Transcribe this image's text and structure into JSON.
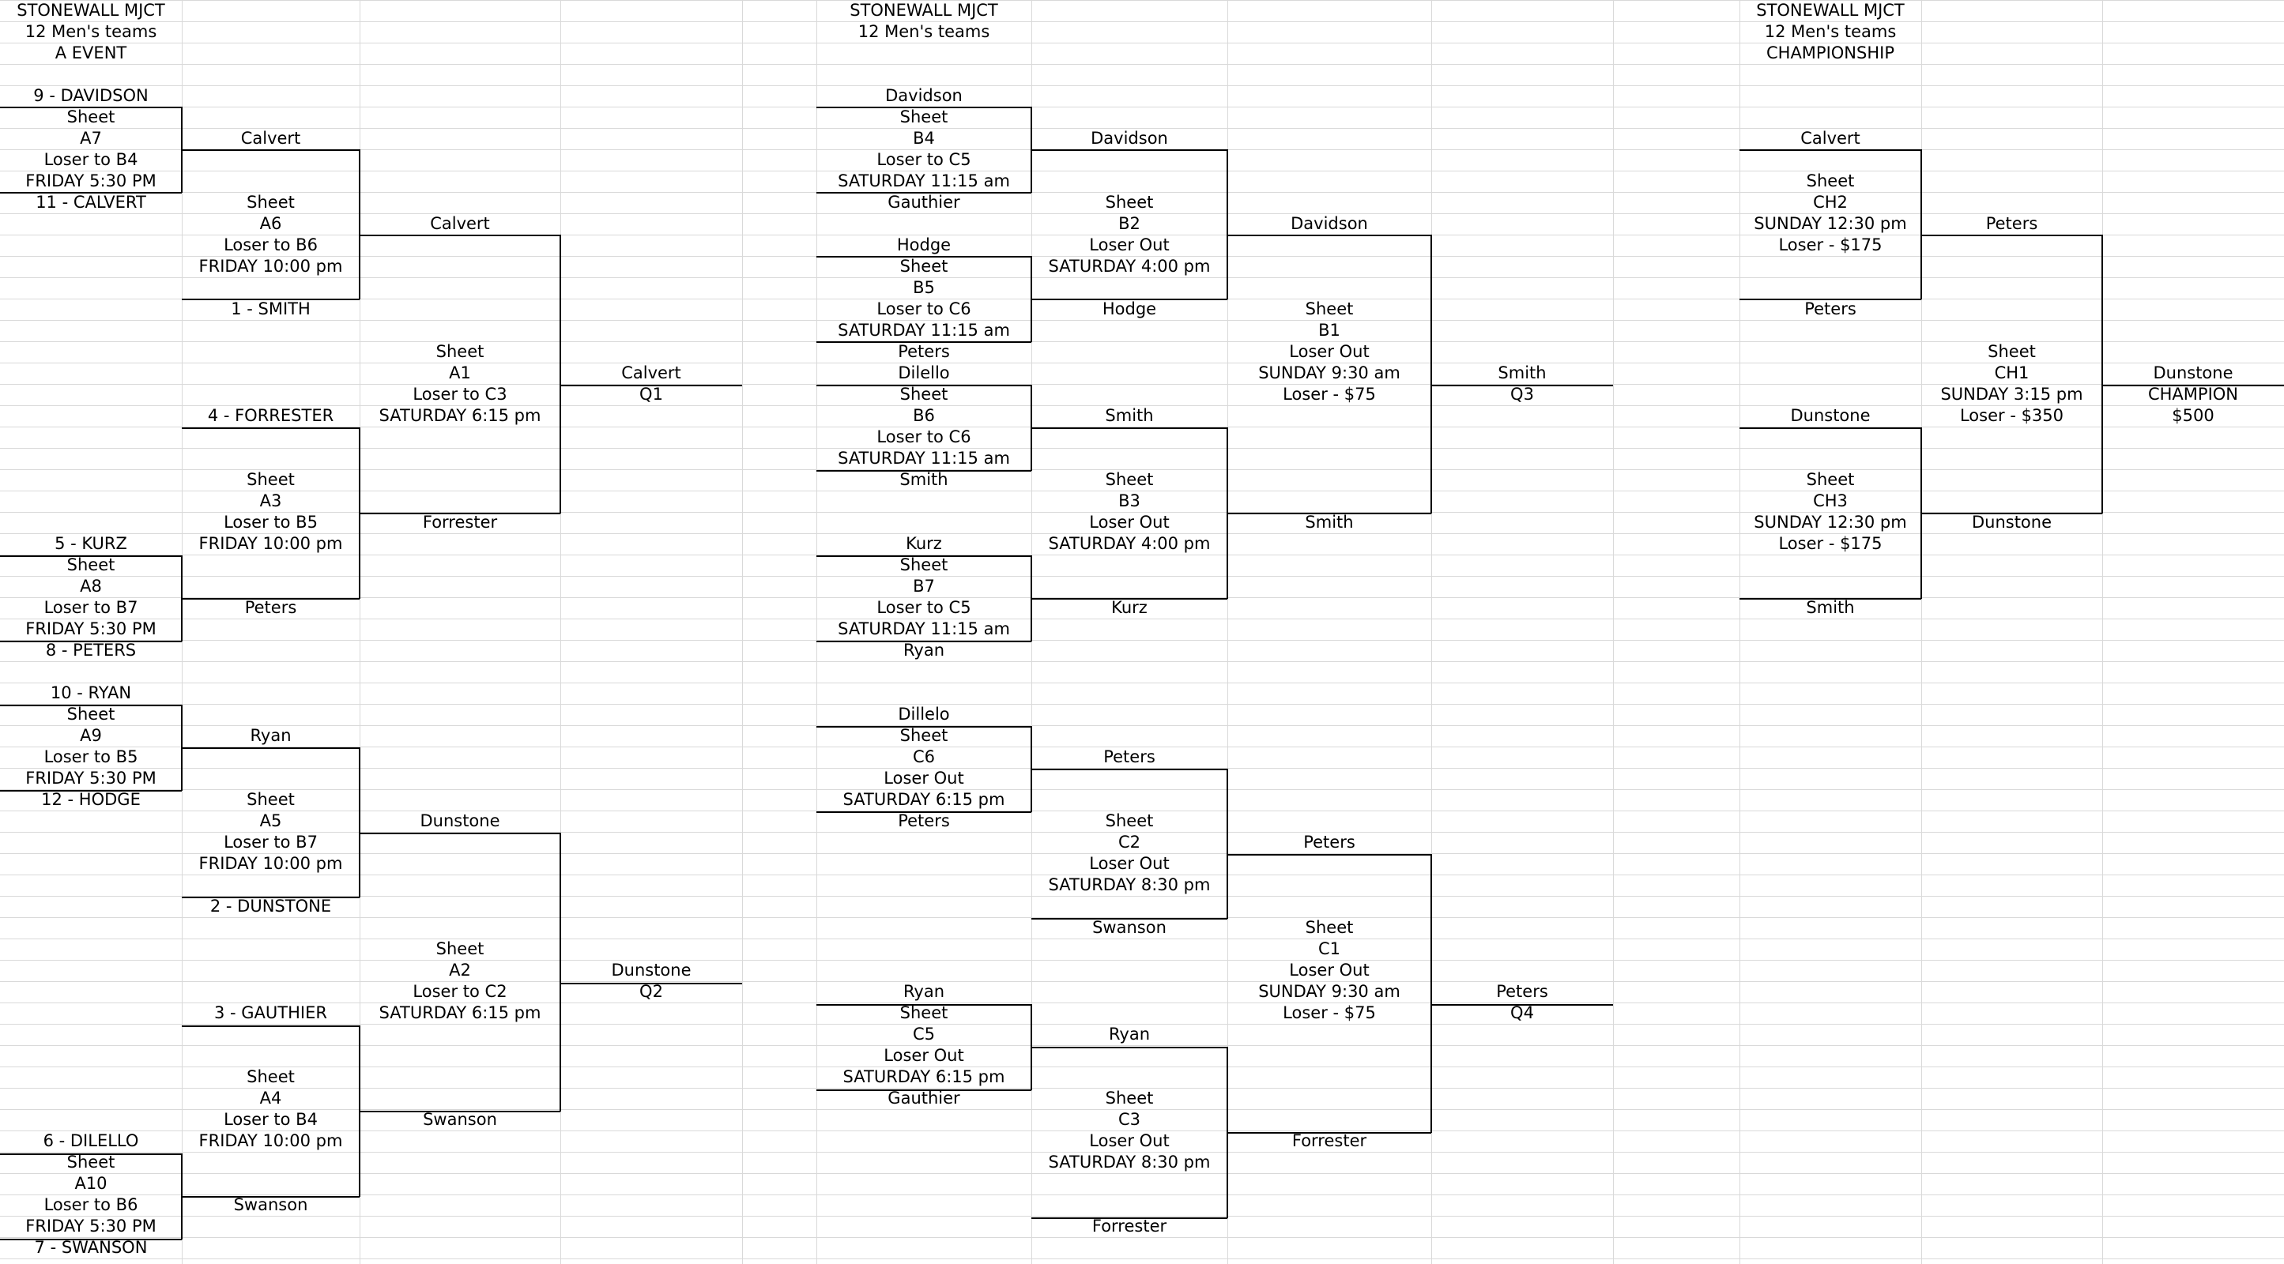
{
  "sheets": {
    "a_event": {
      "title": "STONEWALL MJCT",
      "subtitle": "12 Men's teams",
      "event": "A EVENT",
      "cells": [
        {
          "c": 0,
          "r": 4,
          "t": "9 - DAVIDSON"
        },
        {
          "c": 0,
          "r": 5,
          "t": "Sheet"
        },
        {
          "c": 0,
          "r": 6,
          "t": "A7"
        },
        {
          "c": 0,
          "r": 7,
          "t": "Loser to B4"
        },
        {
          "c": 0,
          "r": 8,
          "t": "FRIDAY 5:30 PM"
        },
        {
          "c": 0,
          "r": 9,
          "t": "11 - CALVERT"
        },
        {
          "c": 1,
          "r": 6,
          "t": "Calvert"
        },
        {
          "c": 1,
          "r": 9,
          "t": "Sheet"
        },
        {
          "c": 1,
          "r": 10,
          "t": "A6"
        },
        {
          "c": 1,
          "r": 11,
          "t": "Loser to B6"
        },
        {
          "c": 1,
          "r": 12,
          "t": "FRIDAY 10:00 pm"
        },
        {
          "c": 1,
          "r": 14,
          "t": "1 - SMITH"
        },
        {
          "c": 2,
          "r": 10,
          "t": "Calvert"
        },
        {
          "c": 2,
          "r": 16,
          "t": "Sheet"
        },
        {
          "c": 2,
          "r": 17,
          "t": "A1"
        },
        {
          "c": 2,
          "r": 18,
          "t": "Loser to C3"
        },
        {
          "c": 2,
          "r": 19,
          "t": "SATURDAY 6:15 pm"
        },
        {
          "c": 3,
          "r": 17,
          "t": "Calvert"
        },
        {
          "c": 3,
          "r": 18,
          "t": "Q1"
        },
        {
          "c": 1,
          "r": 19,
          "t": "4 - FORRESTER"
        },
        {
          "c": 1,
          "r": 22,
          "t": "Sheet"
        },
        {
          "c": 1,
          "r": 23,
          "t": "A3"
        },
        {
          "c": 1,
          "r": 24,
          "t": "Loser to B5"
        },
        {
          "c": 1,
          "r": 25,
          "t": "FRIDAY 10:00 pm"
        },
        {
          "c": 2,
          "r": 24,
          "t": "Forrester"
        },
        {
          "c": 0,
          "r": 25,
          "t": "5 - KURZ"
        },
        {
          "c": 0,
          "r": 26,
          "t": "Sheet"
        },
        {
          "c": 0,
          "r": 27,
          "t": "A8"
        },
        {
          "c": 0,
          "r": 28,
          "t": "Loser to B7"
        },
        {
          "c": 0,
          "r": 29,
          "t": "FRIDAY 5:30 PM"
        },
        {
          "c": 1,
          "r": 28,
          "t": "Peters"
        },
        {
          "c": 0,
          "r": 30,
          "t": "8 - PETERS"
        },
        {
          "c": 0,
          "r": 32,
          "t": "10 - RYAN"
        },
        {
          "c": 0,
          "r": 33,
          "t": "Sheet"
        },
        {
          "c": 0,
          "r": 34,
          "t": "A9"
        },
        {
          "c": 0,
          "r": 35,
          "t": "Loser to B5"
        },
        {
          "c": 0,
          "r": 36,
          "t": "FRIDAY 5:30 PM"
        },
        {
          "c": 1,
          "r": 34,
          "t": "Ryan"
        },
        {
          "c": 0,
          "r": 37,
          "t": "12 - HODGE"
        },
        {
          "c": 1,
          "r": 37,
          "t": "Sheet"
        },
        {
          "c": 1,
          "r": 38,
          "t": "A5"
        },
        {
          "c": 1,
          "r": 39,
          "t": "Loser to B7"
        },
        {
          "c": 1,
          "r": 40,
          "t": "FRIDAY 10:00 pm"
        },
        {
          "c": 1,
          "r": 42,
          "t": "2 - DUNSTONE"
        },
        {
          "c": 2,
          "r": 38,
          "t": "Dunstone"
        },
        {
          "c": 2,
          "r": 44,
          "t": "Sheet"
        },
        {
          "c": 2,
          "r": 45,
          "t": "A2"
        },
        {
          "c": 2,
          "r": 46,
          "t": "Loser to C2"
        },
        {
          "c": 2,
          "r": 47,
          "t": "SATURDAY 6:15 pm"
        },
        {
          "c": 3,
          "r": 45,
          "t": "Dunstone"
        },
        {
          "c": 3,
          "r": 46,
          "t": "Q2"
        },
        {
          "c": 1,
          "r": 47,
          "t": "3 - GAUTHIER"
        },
        {
          "c": 1,
          "r": 50,
          "t": "Sheet"
        },
        {
          "c": 1,
          "r": 51,
          "t": "A4"
        },
        {
          "c": 1,
          "r": 52,
          "t": "Loser to B4"
        },
        {
          "c": 1,
          "r": 53,
          "t": "FRIDAY 10:00 pm"
        },
        {
          "c": 2,
          "r": 52,
          "t": "Swanson"
        },
        {
          "c": 0,
          "r": 53,
          "t": "6 - DILELLO"
        },
        {
          "c": 0,
          "r": 54,
          "t": "Sheet"
        },
        {
          "c": 0,
          "r": 55,
          "t": "A10"
        },
        {
          "c": 0,
          "r": 56,
          "t": "Loser to B6"
        },
        {
          "c": 0,
          "r": 57,
          "t": "FRIDAY 5:30 PM"
        },
        {
          "c": 1,
          "r": 56,
          "t": "Swanson"
        },
        {
          "c": 0,
          "r": 58,
          "t": "7 - SWANSON"
        }
      ]
    },
    "b_event": {
      "title": "STONEWALL MJCT",
      "subtitle": "12 Men's teams",
      "cells": [
        {
          "c": 5,
          "r": 4,
          "t": "Davidson"
        },
        {
          "c": 5,
          "r": 5,
          "t": "Sheet"
        },
        {
          "c": 5,
          "r": 6,
          "t": "B4"
        },
        {
          "c": 5,
          "r": 7,
          "t": "Loser to C5"
        },
        {
          "c": 5,
          "r": 8,
          "t": "SATURDAY 11:15 am"
        },
        {
          "c": 5,
          "r": 9,
          "t": "Gauthier"
        },
        {
          "c": 6,
          "r": 6,
          "t": "Davidson"
        },
        {
          "c": 6,
          "r": 9,
          "t": "Sheet"
        },
        {
          "c": 6,
          "r": 10,
          "t": "B2"
        },
        {
          "c": 6,
          "r": 11,
          "t": "Loser Out"
        },
        {
          "c": 6,
          "r": 12,
          "t": "SATURDAY 4:00 pm"
        },
        {
          "c": 5,
          "r": 11,
          "t": "Hodge"
        },
        {
          "c": 5,
          "r": 12,
          "t": "Sheet"
        },
        {
          "c": 5,
          "r": 13,
          "t": "B5"
        },
        {
          "c": 5,
          "r": 14,
          "t": "Loser to C6"
        },
        {
          "c": 5,
          "r": 15,
          "t": "SATURDAY 11:15 am"
        },
        {
          "c": 5,
          "r": 16,
          "t": "Peters"
        },
        {
          "c": 6,
          "r": 14,
          "t": "Hodge"
        },
        {
          "c": 7,
          "r": 10,
          "t": "Davidson"
        },
        {
          "c": 7,
          "r": 14,
          "t": "Sheet"
        },
        {
          "c": 7,
          "r": 15,
          "t": "B1"
        },
        {
          "c": 7,
          "r": 16,
          "t": "Loser Out"
        },
        {
          "c": 7,
          "r": 17,
          "t": "SUNDAY 9:30 am"
        },
        {
          "c": 7,
          "r": 18,
          "t": "Loser - $75"
        },
        {
          "c": 8,
          "r": 17,
          "t": "Smith"
        },
        {
          "c": 8,
          "r": 18,
          "t": "Q3"
        },
        {
          "c": 5,
          "r": 17,
          "t": "Dilello"
        },
        {
          "c": 5,
          "r": 18,
          "t": "Sheet"
        },
        {
          "c": 5,
          "r": 19,
          "t": "B6"
        },
        {
          "c": 5,
          "r": 20,
          "t": "Loser to C6"
        },
        {
          "c": 5,
          "r": 21,
          "t": "SATURDAY 11:15 am"
        },
        {
          "c": 5,
          "r": 22,
          "t": "Smith"
        },
        {
          "c": 6,
          "r": 19,
          "t": "Smith"
        },
        {
          "c": 6,
          "r": 22,
          "t": "Sheet"
        },
        {
          "c": 6,
          "r": 23,
          "t": "B3"
        },
        {
          "c": 6,
          "r": 24,
          "t": "Loser Out"
        },
        {
          "c": 6,
          "r": 25,
          "t": "SATURDAY 4:00 pm"
        },
        {
          "c": 7,
          "r": 24,
          "t": "Smith"
        },
        {
          "c": 5,
          "r": 25,
          "t": "Kurz"
        },
        {
          "c": 5,
          "r": 26,
          "t": "Sheet"
        },
        {
          "c": 5,
          "r": 27,
          "t": "B7"
        },
        {
          "c": 5,
          "r": 28,
          "t": "Loser to C5"
        },
        {
          "c": 5,
          "r": 29,
          "t": "SATURDAY 11:15 am"
        },
        {
          "c": 5,
          "r": 30,
          "t": "Ryan"
        },
        {
          "c": 6,
          "r": 28,
          "t": "Kurz"
        }
      ]
    },
    "c_event": {
      "cells": [
        {
          "c": 5,
          "r": 33,
          "t": "Dillelo"
        },
        {
          "c": 5,
          "r": 34,
          "t": "Sheet"
        },
        {
          "c": 5,
          "r": 35,
          "t": "C6"
        },
        {
          "c": 5,
          "r": 36,
          "t": "Loser Out"
        },
        {
          "c": 5,
          "r": 37,
          "t": "SATURDAY 6:15 pm"
        },
        {
          "c": 5,
          "r": 38,
          "t": "Peters"
        },
        {
          "c": 6,
          "r": 35,
          "t": "Peters"
        },
        {
          "c": 6,
          "r": 38,
          "t": "Sheet"
        },
        {
          "c": 6,
          "r": 39,
          "t": "C2"
        },
        {
          "c": 6,
          "r": 40,
          "t": "Loser Out"
        },
        {
          "c": 6,
          "r": 41,
          "t": "SATURDAY 8:30 pm"
        },
        {
          "c": 6,
          "r": 43,
          "t": "Swanson"
        },
        {
          "c": 7,
          "r": 39,
          "t": "Peters"
        },
        {
          "c": 7,
          "r": 43,
          "t": "Sheet"
        },
        {
          "c": 7,
          "r": 44,
          "t": "C1"
        },
        {
          "c": 7,
          "r": 45,
          "t": "Loser Out"
        },
        {
          "c": 7,
          "r": 46,
          "t": "SUNDAY 9:30 am"
        },
        {
          "c": 7,
          "r": 47,
          "t": "Loser - $75"
        },
        {
          "c": 8,
          "r": 46,
          "t": "Peters"
        },
        {
          "c": 8,
          "r": 47,
          "t": "Q4"
        },
        {
          "c": 5,
          "r": 46,
          "t": "Ryan"
        },
        {
          "c": 5,
          "r": 47,
          "t": "Sheet"
        },
        {
          "c": 5,
          "r": 48,
          "t": "C5"
        },
        {
          "c": 5,
          "r": 49,
          "t": "Loser Out"
        },
        {
          "c": 5,
          "r": 50,
          "t": "SATURDAY 6:15 pm"
        },
        {
          "c": 5,
          "r": 51,
          "t": "Gauthier"
        },
        {
          "c": 6,
          "r": 48,
          "t": "Ryan"
        },
        {
          "c": 6,
          "r": 51,
          "t": "Sheet"
        },
        {
          "c": 6,
          "r": 52,
          "t": "C3"
        },
        {
          "c": 6,
          "r": 53,
          "t": "Loser Out"
        },
        {
          "c": 6,
          "r": 54,
          "t": "SATURDAY 8:30 pm"
        },
        {
          "c": 7,
          "r": 53,
          "t": "Forrester"
        },
        {
          "c": 6,
          "r": 57,
          "t": "Forrester"
        }
      ]
    },
    "championship": {
      "title": "STONEWALL MJCT",
      "subtitle": "12 Men's teams",
      "event": "CHAMPIONSHIP",
      "cells": [
        {
          "c": 10,
          "r": 6,
          "t": "Calvert"
        },
        {
          "c": 10,
          "r": 8,
          "t": "Sheet"
        },
        {
          "c": 10,
          "r": 9,
          "t": "CH2"
        },
        {
          "c": 10,
          "r": 10,
          "t": "SUNDAY 12:30 pm"
        },
        {
          "c": 10,
          "r": 11,
          "t": "Loser - $175"
        },
        {
          "c": 10,
          "r": 14,
          "t": "Peters"
        },
        {
          "c": 11,
          "r": 10,
          "t": "Peters"
        },
        {
          "c": 11,
          "r": 16,
          "t": "Sheet"
        },
        {
          "c": 11,
          "r": 17,
          "t": "CH1"
        },
        {
          "c": 11,
          "r": 18,
          "t": "SUNDAY 3:15 pm"
        },
        {
          "c": 11,
          "r": 19,
          "t": "Loser - $350"
        },
        {
          "c": 12,
          "r": 17,
          "t": "Dunstone"
        },
        {
          "c": 12,
          "r": 18,
          "t": "CHAMPION"
        },
        {
          "c": 12,
          "r": 19,
          "t": "$500"
        },
        {
          "c": 10,
          "r": 19,
          "t": "Dunstone"
        },
        {
          "c": 10,
          "r": 22,
          "t": "Sheet"
        },
        {
          "c": 10,
          "r": 23,
          "t": "CH3"
        },
        {
          "c": 10,
          "r": 24,
          "t": "SUNDAY 12:30 pm"
        },
        {
          "c": 10,
          "r": 25,
          "t": "Loser - $175"
        },
        {
          "c": 11,
          "r": 24,
          "t": "Dunstone"
        },
        {
          "c": 10,
          "r": 28,
          "t": "Smith"
        }
      ]
    }
  }
}
